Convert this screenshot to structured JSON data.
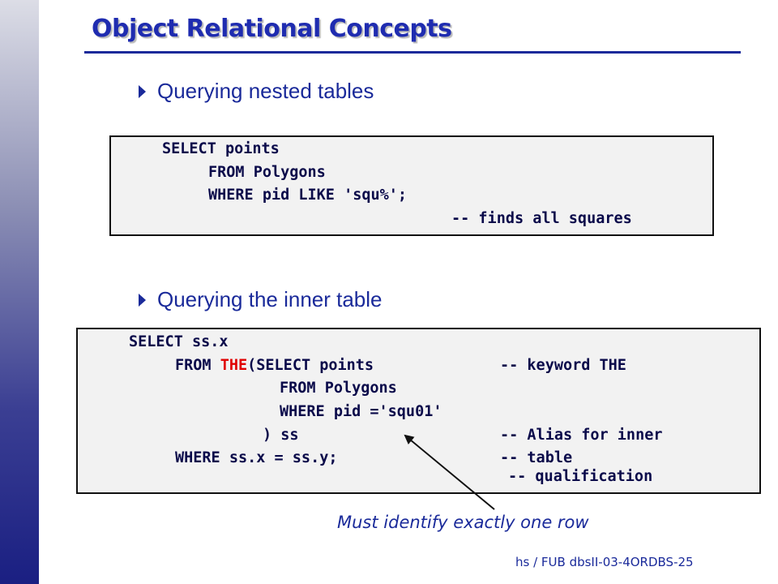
{
  "slide": {
    "title": "Object Relational Concepts",
    "footer": "hs / FUB dbsII-03-4ORDBS-25",
    "colors": {
      "title": "#1f2cb0",
      "text": "#1a2a9a",
      "code": "#0a0a4a",
      "keyword_highlight": "#e00000"
    }
  },
  "bullets": [
    {
      "icon": "triangle-bullet-icon",
      "text": "Querying nested tables"
    },
    {
      "icon": "triangle-bullet-icon",
      "text": "Querying the inner table"
    }
  ],
  "code1": {
    "l1": "SELECT points",
    "l2": "FROM Polygons",
    "l3": "WHERE pid LIKE 'squ%';",
    "l4": "-- finds all squares"
  },
  "code2": {
    "l1": "SELECT ss.x",
    "l2a": "FROM ",
    "l2kw": "THE",
    "l2b": "(SELECT points",
    "l2c": "-- keyword THE",
    "l3": "FROM Polygons",
    "l4": "WHERE pid ='squ01'",
    "l5a": ") ss",
    "l5b": "-- Alias for inner",
    "l6a": "WHERE ss.x = ss.y;",
    "l6b": "-- table",
    "l7": "-- qualification"
  },
  "annotation": "Must identify exactly one row"
}
